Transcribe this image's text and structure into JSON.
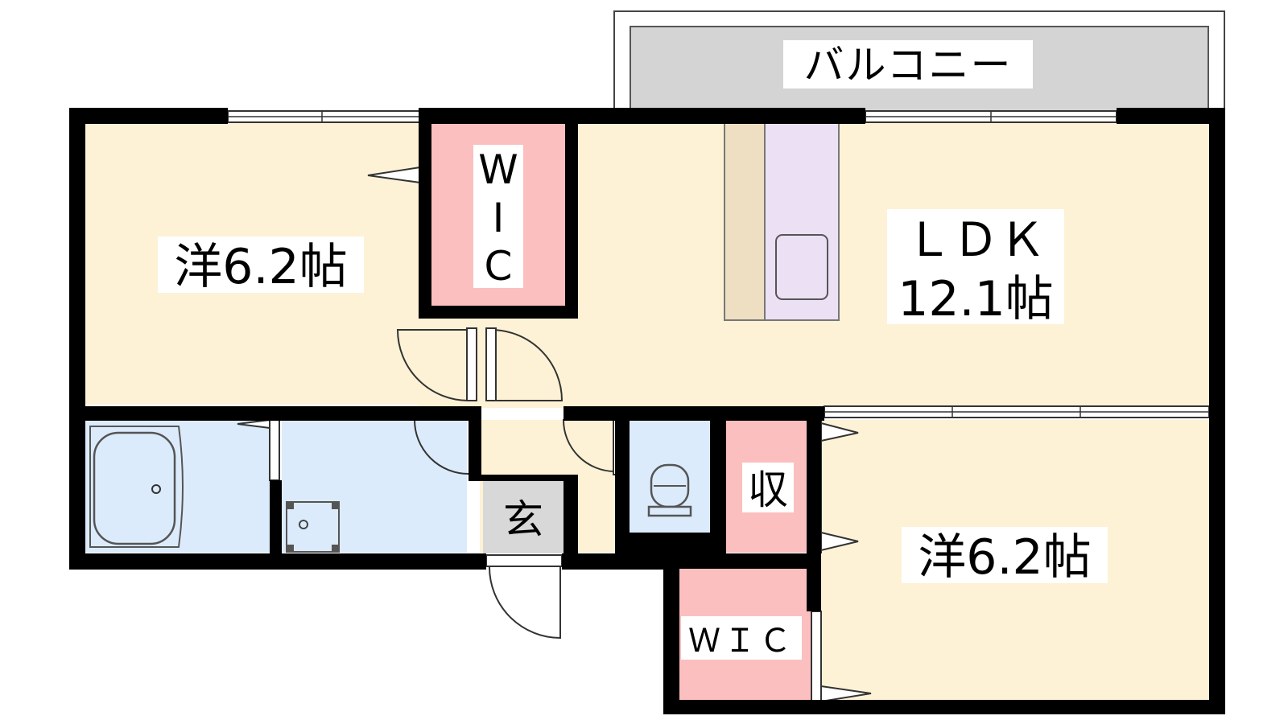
{
  "rooms": {
    "balcony": "バルコニー",
    "western_room_top_left": "洋6.2帖",
    "walk_in_closet_top": [
      "W",
      "I",
      "C"
    ],
    "ldk_name": "ＬＤＫ",
    "ldk_size": "12.1帖",
    "entrance": "玄",
    "storage": "収",
    "walk_in_closet_bottom": "ＷＩＣ",
    "western_room_bottom_right": "洋6.2帖"
  },
  "colors": {
    "room_beige": "#fdf2d6",
    "wet_area_blue": "#dcebfb",
    "closet_pink": "#fcbfbf",
    "balcony_gray": "#d4d4d4",
    "kitchen_tan": "#efdfc2",
    "kitchen_lilac": "#ece0f4",
    "entrance_gray": "#d8d8d8",
    "wall": "#000000"
  }
}
